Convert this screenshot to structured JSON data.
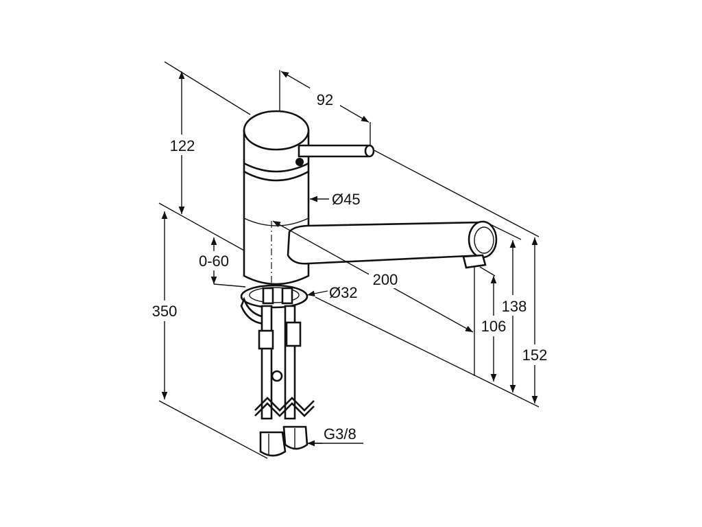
{
  "dimensions": {
    "spout_reach": "200",
    "handle_reach": "92",
    "upper_height": "122",
    "lower_height": "350",
    "thickness_range": "0-60",
    "body_diameter": "Ø45",
    "base_diameter": "Ø32",
    "spout_height_106": "106",
    "spout_height_138": "138",
    "spout_height_152": "152",
    "connection_thread": "G3/8"
  },
  "colors": {
    "line": "#111111",
    "background": "#ffffff"
  },
  "icons": {
    "arrowhead": "filled-triangle"
  }
}
